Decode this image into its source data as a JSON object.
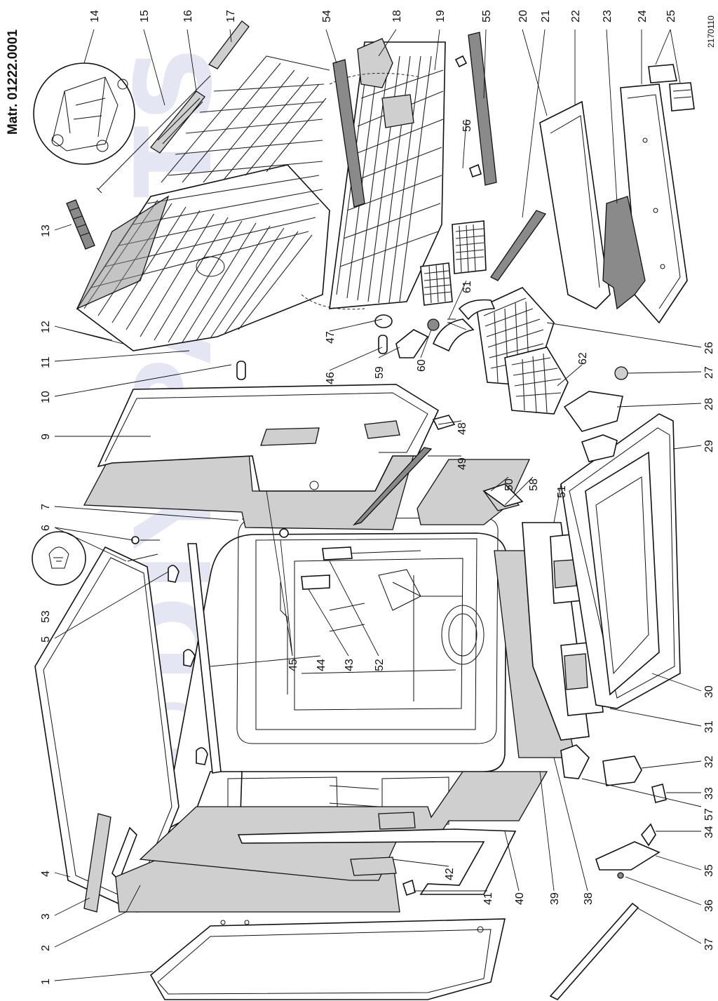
{
  "header": {
    "matr": "Matr. 01222.0001",
    "drawing_code": "2170110"
  },
  "watermark": "©DIY-PARTS",
  "callouts": [
    "1",
    "2",
    "3",
    "4",
    "5",
    "6",
    "7",
    "9",
    "10",
    "11",
    "12",
    "13",
    "14",
    "15",
    "16",
    "17",
    "18",
    "19",
    "20",
    "21",
    "22",
    "23",
    "24",
    "25",
    "26",
    "27",
    "28",
    "29",
    "30",
    "31",
    "32",
    "33",
    "34",
    "35",
    "36",
    "37",
    "38",
    "39",
    "40",
    "41",
    "42",
    "43",
    "44",
    "45",
    "46",
    "47",
    "48",
    "49",
    "50",
    "51",
    "52",
    "53",
    "54",
    "55",
    "56",
    "57",
    "58",
    "59",
    "60",
    "61",
    "62"
  ]
}
